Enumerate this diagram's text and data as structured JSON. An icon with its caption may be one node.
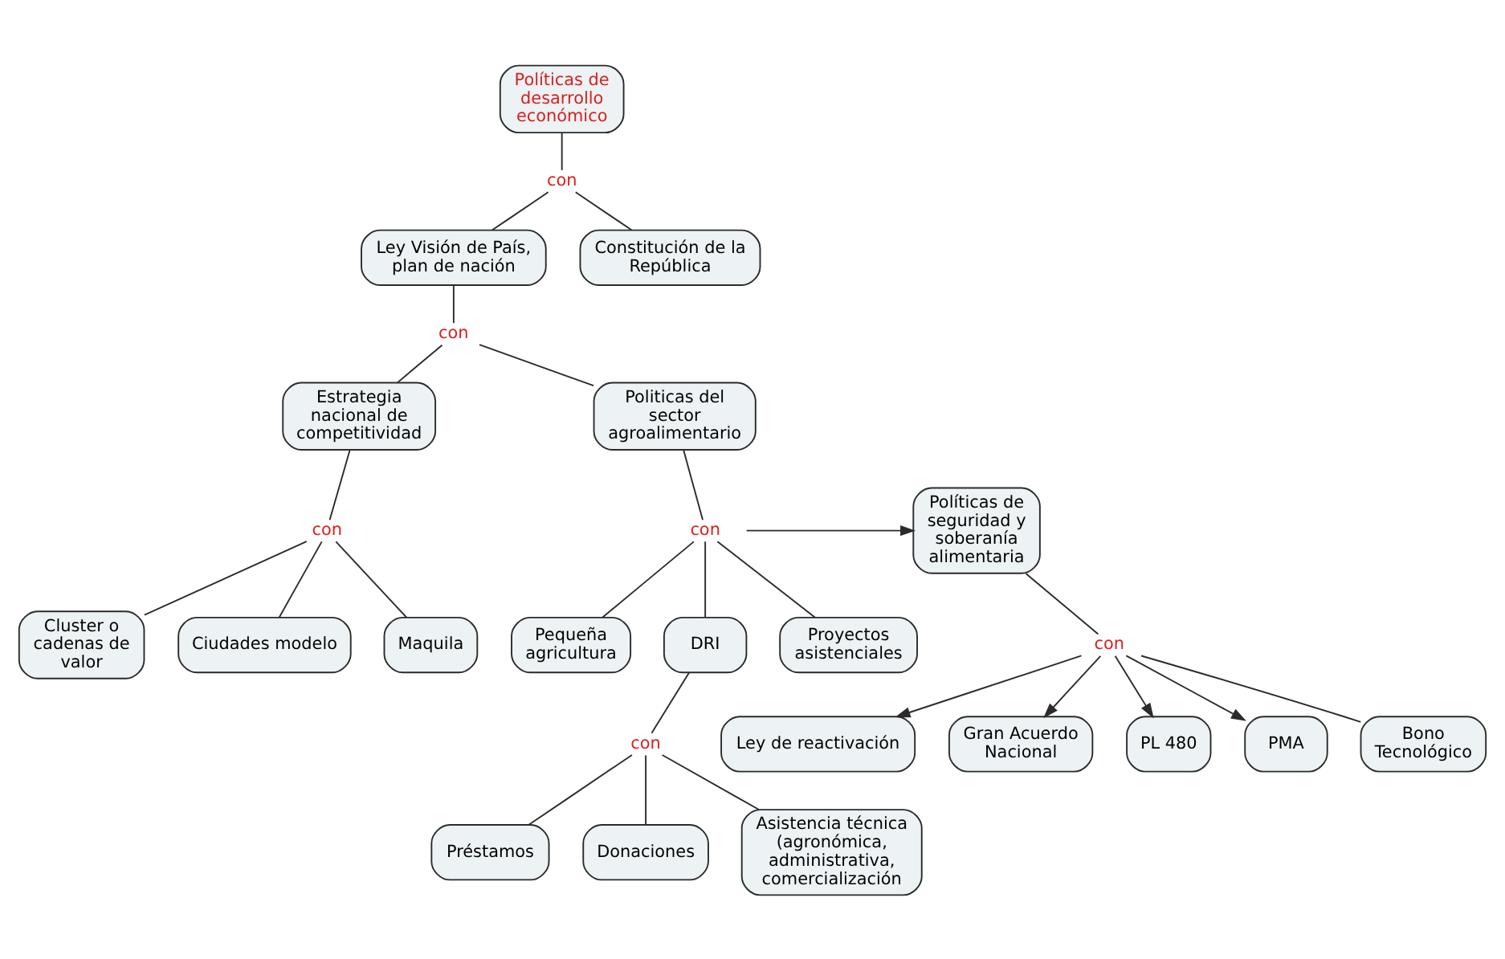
{
  "diagram": {
    "nodes": [
      {
        "text": [
          "Políticas de desarrollo económico"
        ]
      },
      {
        "text": [
          "con"
        ]
      },
      {
        "text": [
          "Ley Visión de País, plan de nación"
        ]
      },
      {
        "text": [
          "Constitución de la República"
        ]
      },
      {
        "text": [
          "con"
        ]
      },
      {
        "text": [
          "Estrategia nacional de competitividad"
        ]
      },
      {
        "text": [
          "Politicas del sector agroalimentario"
        ]
      },
      {
        "text": [
          "con"
        ]
      },
      {
        "text": [
          "Cluster o cadenas de valor"
        ]
      },
      {
        "text": [
          "Ciudades modelo"
        ]
      },
      {
        "text": [
          "Maquila"
        ]
      },
      {
        "text": [
          "con"
        ]
      },
      {
        "text": [
          "Pequeña agricultura"
        ]
      },
      {
        "text": [
          "DRI"
        ]
      },
      {
        "text": [
          "Proyectos asistenciales"
        ]
      },
      {
        "text": [
          "Políticas de seguridad y soberanía alimentaria"
        ]
      },
      {
        "text": [
          "con"
        ]
      },
      {
        "text": [
          "Ley de reactivación"
        ]
      },
      {
        "text": [
          "Gran Acuerdo Nacional"
        ]
      },
      {
        "text": [
          "PL 480"
        ]
      },
      {
        "text": [
          "PMA"
        ]
      },
      {
        "text": [
          "Bono Tecnológico"
        ]
      },
      {
        "text": [
          "con"
        ]
      },
      {
        "text": [
          "Préstamos"
        ]
      },
      {
        "text": [
          "Donaciones"
        ]
      },
      {
        "text": [
          "Asistencia técnica (agronómica, administrativa, comercialización"
        ]
      }
    ],
    "edges": [
      {
        "from": 0,
        "to": 1,
        "arrow": "none"
      },
      {
        "from": 1,
        "to": 2,
        "arrow": "none"
      },
      {
        "from": 1,
        "to": 3,
        "arrow": "none"
      },
      {
        "from": 2,
        "to": 4,
        "arrow": "none"
      },
      {
        "from": 4,
        "to": 5,
        "arrow": "none"
      },
      {
        "from": 4,
        "to": 6,
        "arrow": "none"
      },
      {
        "from": 5,
        "to": 7,
        "arrow": "none"
      },
      {
        "from": 7,
        "to": 8,
        "arrow": "none"
      },
      {
        "from": 7,
        "to": 9,
        "arrow": "none"
      },
      {
        "from": 7,
        "to": 10,
        "arrow": "none"
      },
      {
        "from": 6,
        "to": 11,
        "arrow": "none"
      },
      {
        "from": 11,
        "to": 12,
        "arrow": "none"
      },
      {
        "from": 11,
        "to": 13,
        "arrow": "none"
      },
      {
        "from": 11,
        "to": 14,
        "arrow": "none"
      },
      {
        "from": 11,
        "to": 15,
        "arrow": "to"
      },
      {
        "from": 15,
        "to": 16,
        "arrow": "none"
      },
      {
        "from": 16,
        "to": 17,
        "arrow": "to"
      },
      {
        "from": 16,
        "to": 18,
        "arrow": "to"
      },
      {
        "from": 16,
        "to": 19,
        "arrow": "to"
      },
      {
        "from": 16,
        "to": 20,
        "arrow": "to"
      },
      {
        "from": 16,
        "to": 21,
        "arrow": "none"
      },
      {
        "from": 13,
        "to": 22,
        "arrow": "none"
      },
      {
        "from": 22,
        "to": 23,
        "arrow": "none"
      },
      {
        "from": 22,
        "to": 24,
        "arrow": "none"
      },
      {
        "from": 22,
        "to": 25,
        "arrow": "none"
      }
    ]
  }
}
